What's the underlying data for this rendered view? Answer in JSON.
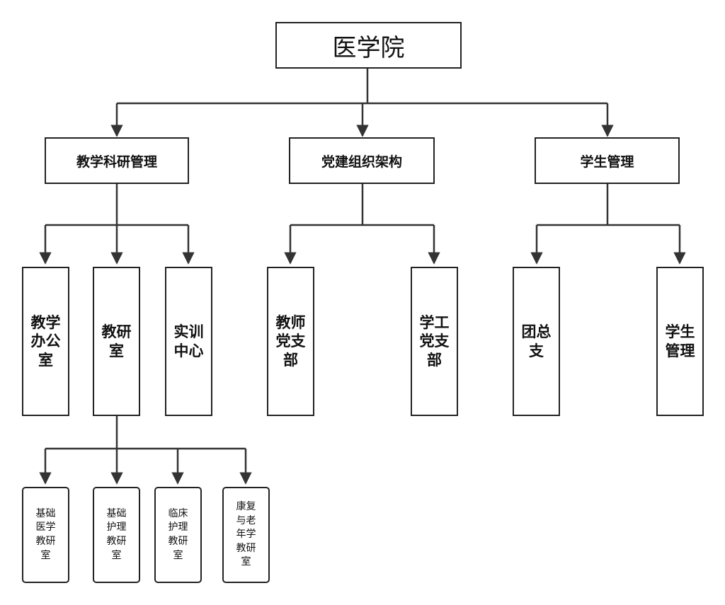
{
  "root": {
    "label": "医学院"
  },
  "branches": [
    {
      "label": "教学科研管理",
      "children": [
        {
          "label": "教学\n办公\n室"
        },
        {
          "label": "教研\n室"
        },
        {
          "label": "实训\n中心"
        }
      ]
    },
    {
      "label": "党建组织架构",
      "children": [
        {
          "label": "教师\n党支\n部"
        },
        {
          "label": "学工\n党支\n部"
        }
      ]
    },
    {
      "label": "学生管理",
      "children": [
        {
          "label": "团总\n支"
        },
        {
          "label": "学生\n管理"
        }
      ]
    }
  ],
  "teaching_research_units": [
    {
      "label": "基础\n医学\n教研\n室"
    },
    {
      "label": "基础\n护理\n教研\n室"
    },
    {
      "label": "临床\n护理\n教研\n室"
    },
    {
      "label": "康复\n与老\n年学\n教研\n室"
    }
  ],
  "colors": {
    "line": "#333333",
    "border": "#222222",
    "background": "#ffffff"
  }
}
